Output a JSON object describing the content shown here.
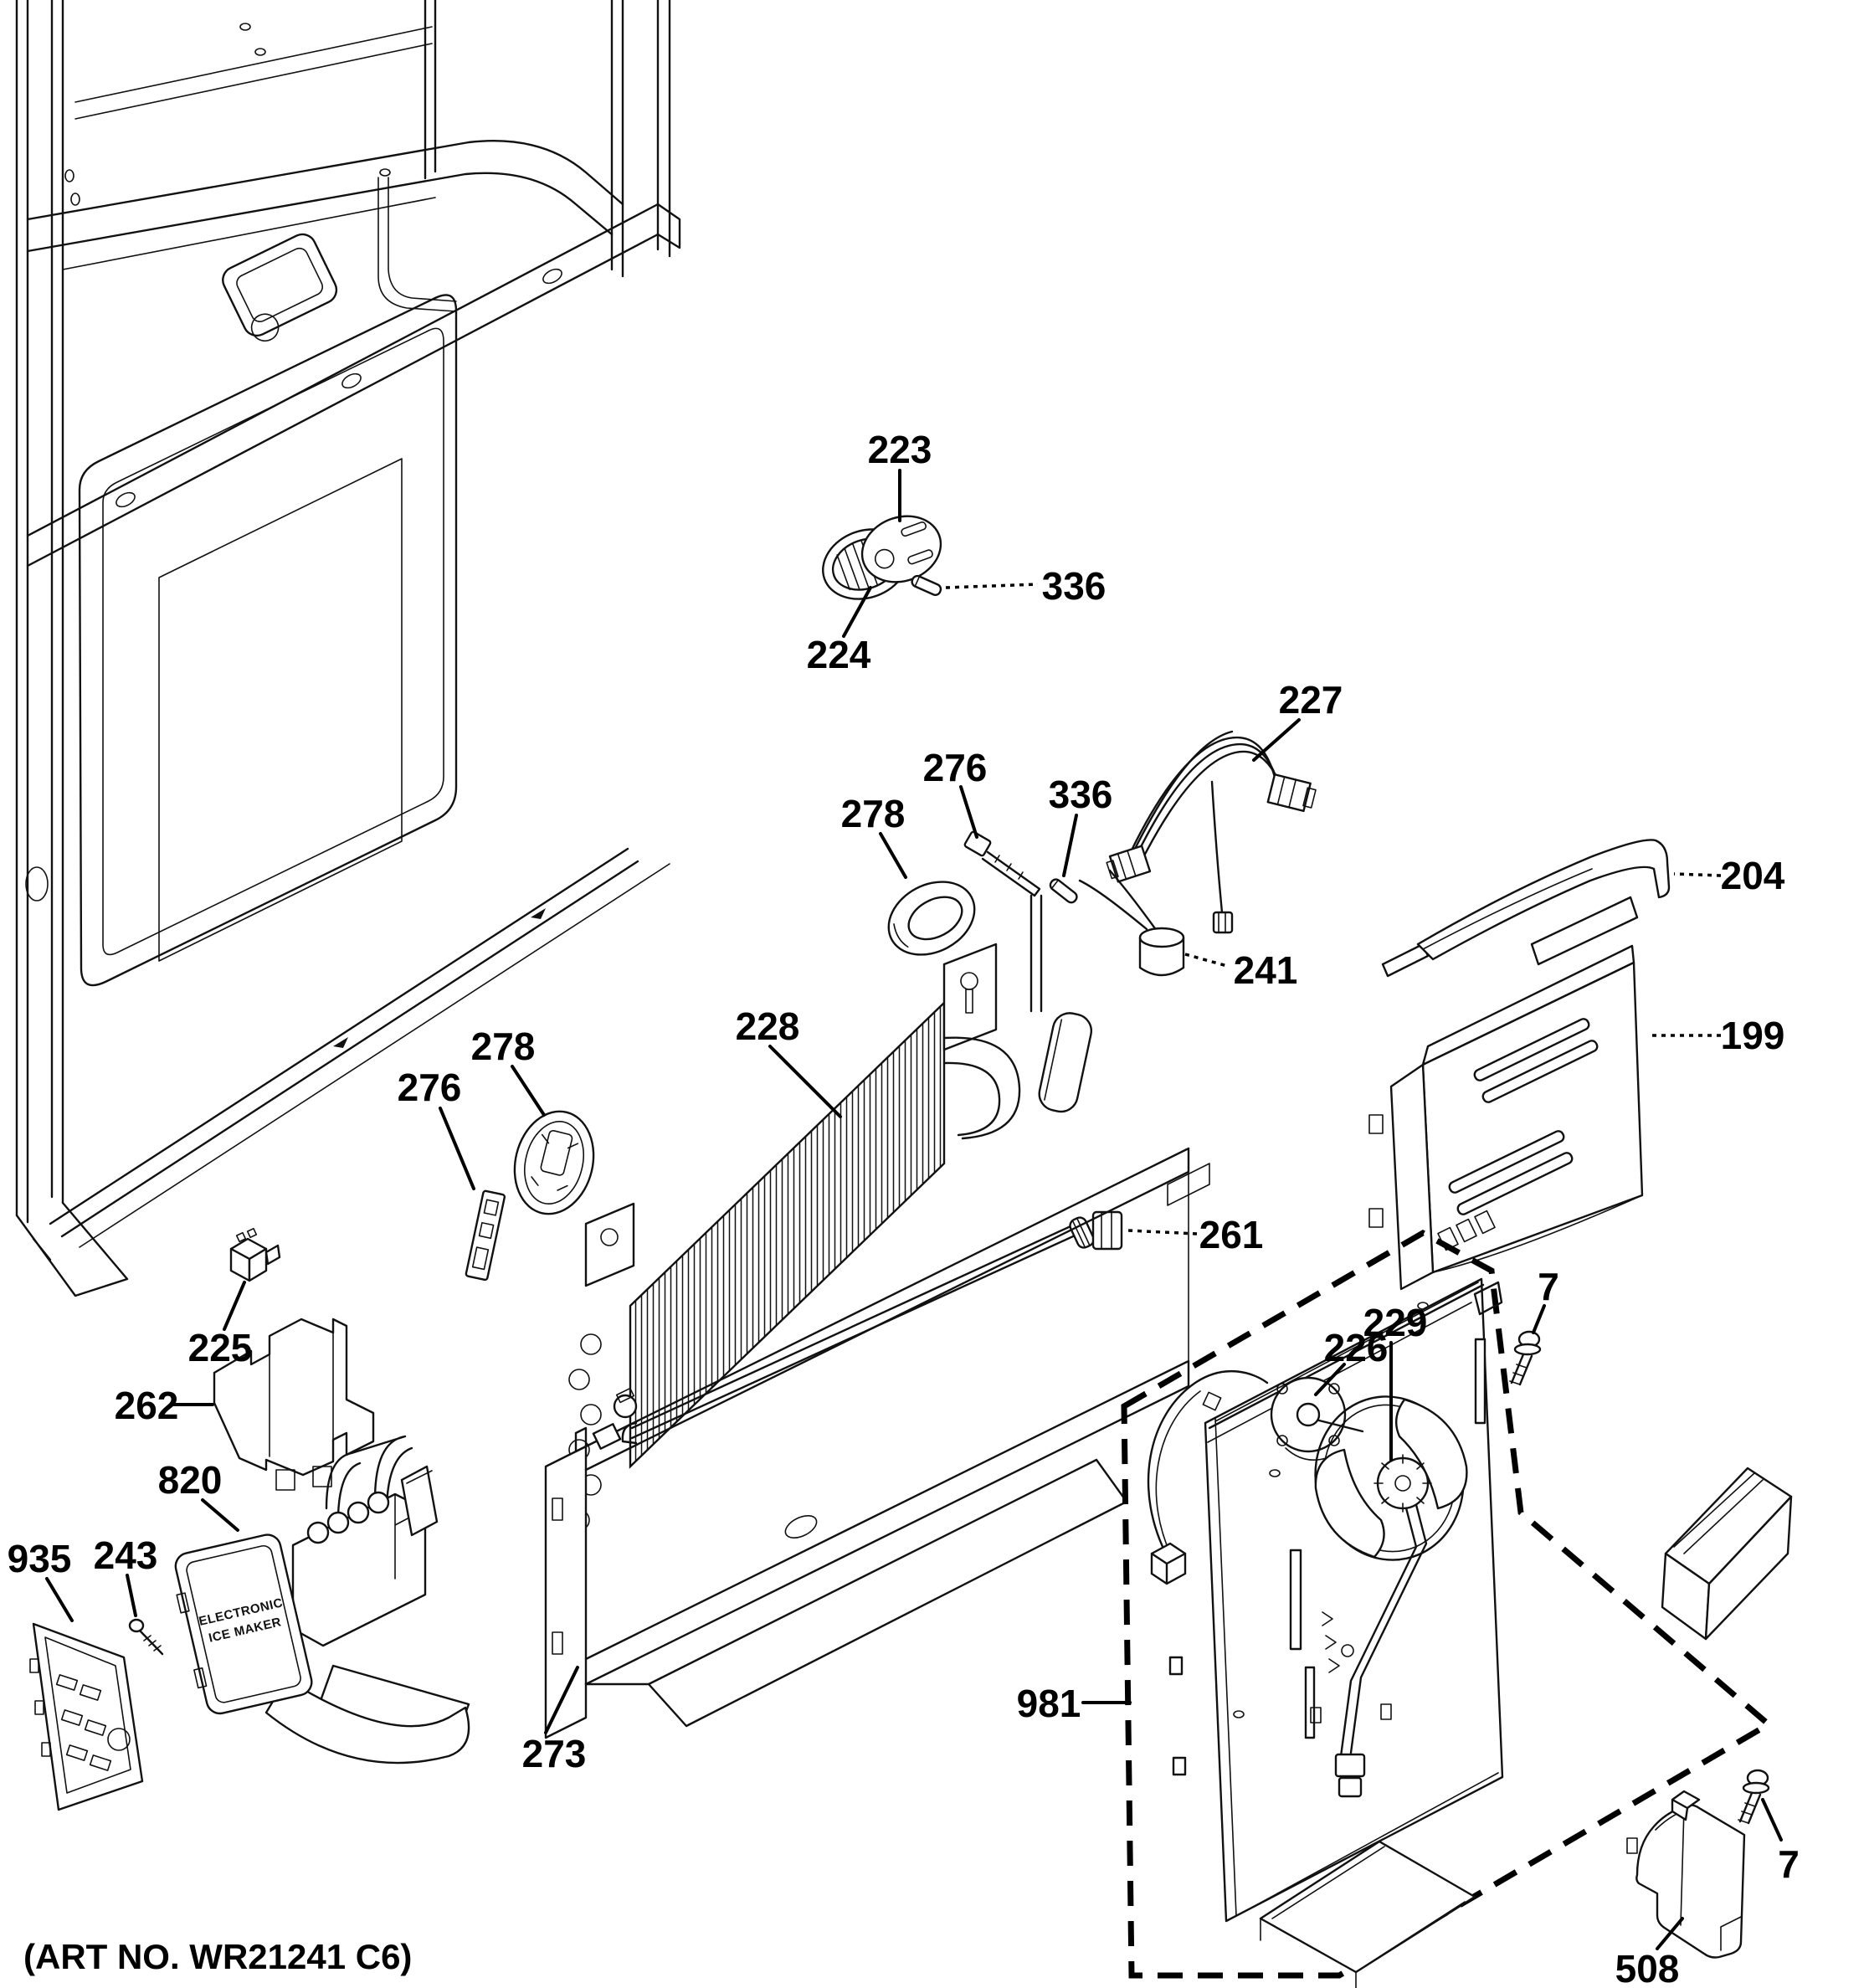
{
  "diagram": {
    "art_no": "(ART NO. WR21241 C6)",
    "icemaker_label": {
      "line1": "ELECTRONIC",
      "line2": "ICE MAKER"
    },
    "callouts": {
      "7": "7",
      "199": "199",
      "204": "204",
      "223": "223",
      "224": "224",
      "225": "225",
      "226": "226",
      "227": "227",
      "228": "228",
      "229": "229",
      "241": "241",
      "243": "243",
      "261": "261",
      "262": "262",
      "273": "273",
      "276": "276",
      "278": "278",
      "336": "336",
      "508": "508",
      "820": "820",
      "935": "935",
      "981": "981"
    }
  }
}
